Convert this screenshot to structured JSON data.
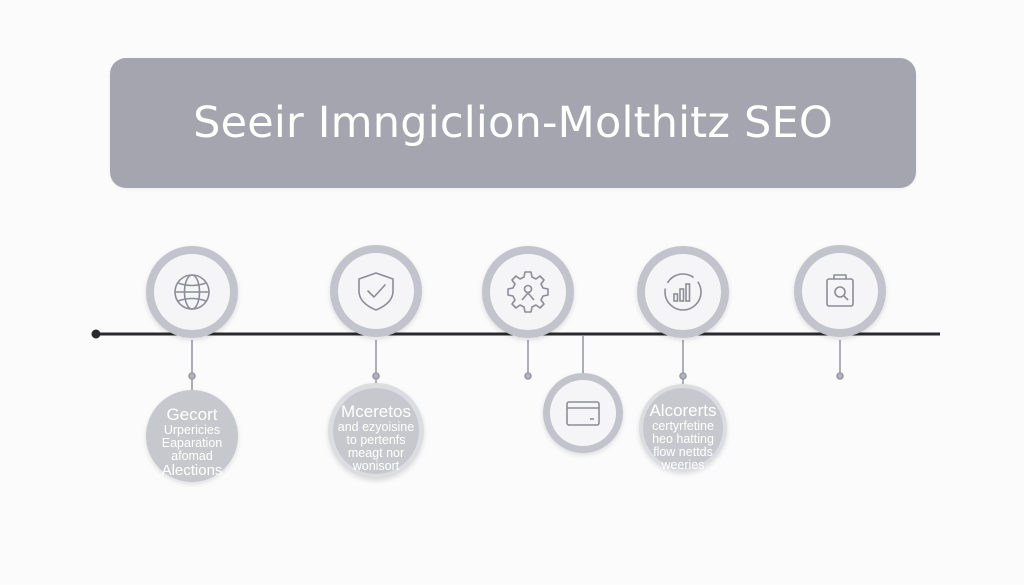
{
  "title": "Seeir Imngiclion-Molthitz SEO",
  "colors": {
    "banner": "#a4a5ae",
    "node_ring": "#c3c4cb",
    "node_fill": "#f5f5f7",
    "icon": "#8d8e96",
    "axis": "#2a2a2e",
    "bubble": "#c7c8ce"
  },
  "nodes": [
    {
      "icon": "globe-icon"
    },
    {
      "icon": "shield-check-icon"
    },
    {
      "icon": "gear-icon"
    },
    {
      "icon": "bar-chart-icon"
    },
    {
      "icon": "briefcase-search-icon"
    }
  ],
  "bubbles": [
    {
      "head": "Gecort",
      "lines": [
        "Urpericies",
        "Eaparation",
        "afomad",
        "Alections"
      ]
    },
    {
      "head": "Mceretos",
      "lines": [
        "and ezyoisine",
        "to pertenfs",
        "meagt nor",
        "wonisort"
      ]
    },
    {
      "icon": "browser-window-icon"
    },
    {
      "head": "Alcorerts",
      "lines": [
        "certyrfetine",
        "heo hatting",
        "flow nettds",
        "weeries"
      ]
    }
  ]
}
